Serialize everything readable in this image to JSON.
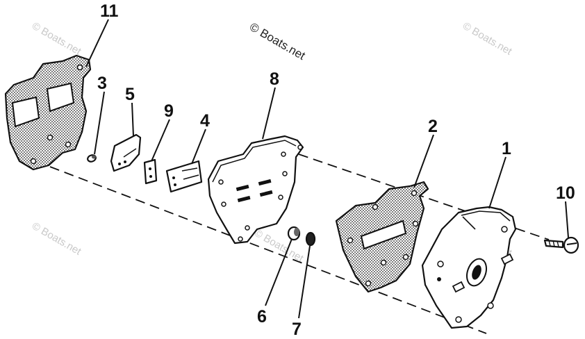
{
  "watermarks": {
    "main": "© Boats.net",
    "faint": "© Boats.net"
  },
  "part_labels": [
    {
      "id": "1",
      "text": "1"
    },
    {
      "id": "2",
      "text": "2"
    },
    {
      "id": "3",
      "text": "3"
    },
    {
      "id": "4",
      "text": "4"
    },
    {
      "id": "5",
      "text": "5"
    },
    {
      "id": "6",
      "text": "6"
    },
    {
      "id": "7",
      "text": "7"
    },
    {
      "id": "8",
      "text": "8"
    },
    {
      "id": "9",
      "text": "9"
    },
    {
      "id": "10",
      "text": "10"
    },
    {
      "id": "11",
      "text": "11"
    }
  ],
  "colors": {
    "ink": "#111111",
    "watermark": "#c9c9c9",
    "background": "#ffffff"
  }
}
